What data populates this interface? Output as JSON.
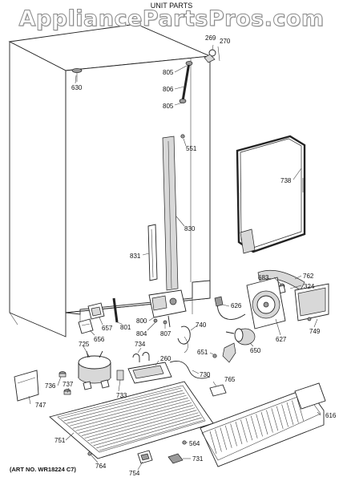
{
  "watermark": "AppliancePartsPros.com",
  "title": "UNIT PARTS",
  "art_number": "(ART NO. WR18224 C7)",
  "part_labels": {
    "p269": "269",
    "p270": "270",
    "p630": "630",
    "p805a": "805",
    "p806": "806",
    "p805b": "805",
    "p551": "551",
    "p738": "738",
    "p830": "830",
    "p831": "831",
    "p800": "800",
    "p804": "804",
    "p807": "807",
    "p801": "801",
    "p657": "657",
    "p656": "656",
    "p762": "762",
    "p683": "683",
    "p324": "324",
    "p626": "626",
    "p740": "740",
    "p749": "749",
    "p627": "627",
    "p651": "651",
    "p650": "650",
    "p725": "725",
    "p734": "734",
    "p260": "260",
    "p730": "730",
    "p765": "765",
    "p736": "736",
    "p737": "737",
    "p733": "733",
    "p747": "747",
    "p751": "751",
    "p616": "616",
    "p564": "564",
    "p731": "731",
    "p764": "764",
    "p754": "754"
  }
}
